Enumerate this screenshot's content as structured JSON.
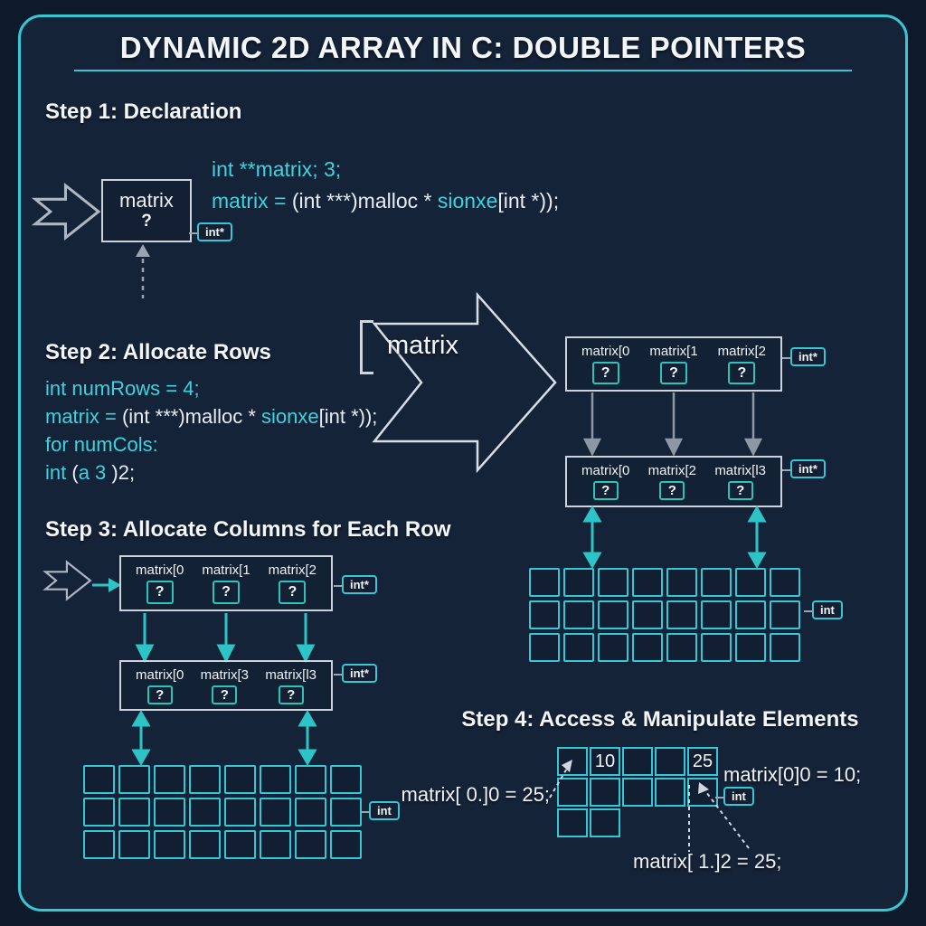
{
  "title": "DYNAMIC 2D ARRAY IN C: DOUBLE POINTERS",
  "colors": {
    "accent_teal": "#35c7d3",
    "code_teal": "#3ed3de",
    "box_border": "#ccd3dd",
    "background": "#152338"
  },
  "step1": {
    "heading": "Step 1: Declaration",
    "box": {
      "label": "matrix",
      "value": "?"
    },
    "tag": "int*",
    "code": [
      {
        "segs": [
          {
            "c": "teal",
            "t": "int **matrix; 3;"
          }
        ]
      },
      {
        "segs": [
          {
            "c": "teal",
            "t": "matrix = "
          },
          {
            "c": "white",
            "t": "(int ***)malloc * "
          },
          {
            "c": "teal",
            "t": "sionxe"
          },
          {
            "c": "white",
            "t": "[int *));"
          }
        ]
      }
    ]
  },
  "step2": {
    "heading": "Step 2: Allocate Rows",
    "code": [
      {
        "segs": [
          {
            "c": "teal",
            "t": "int numRows = 4;"
          }
        ]
      },
      {
        "segs": [
          {
            "c": "teal",
            "t": "matrix = "
          },
          {
            "c": "white",
            "t": "(int ***)malloc * "
          },
          {
            "c": "teal",
            "t": "sionxe"
          },
          {
            "c": "white",
            "t": "[int *));"
          }
        ]
      },
      {
        "segs": [
          {
            "c": "teal",
            "t": "for numCols:"
          }
        ]
      },
      {
        "segs": [
          {
            "c": "teal",
            "t": "int "
          },
          {
            "c": "white",
            "t": "("
          },
          {
            "c": "teal",
            "t": "a 3 "
          },
          {
            "c": "white",
            "t": ")2;"
          }
        ]
      }
    ]
  },
  "central": {
    "label": "matrix"
  },
  "diagram_right": {
    "row1": {
      "cells": [
        "matrix[0",
        "matrix[1",
        "matrix[2"
      ],
      "placeholder": "?",
      "tag": "int*"
    },
    "row2": {
      "cells": [
        "matrix[0",
        "matrix[2",
        "matrix[l3"
      ],
      "placeholder": "?",
      "tag": "int*"
    },
    "grid": {
      "cols": 8,
      "rows": 3,
      "tag": "int"
    }
  },
  "step3": {
    "heading": "Step 3: Allocate Columns for Each Row",
    "row1": {
      "cells": [
        "matrix[0",
        "matrix[1",
        "matrix[2"
      ],
      "placeholder": "?",
      "tag": "int*"
    },
    "row2": {
      "cells": [
        "matrix[0",
        "matrix[3",
        "matrix[l3"
      ],
      "placeholder": "?",
      "tag": "int*"
    },
    "grid": {
      "cols": 8,
      "rows": 3,
      "tag": "int"
    }
  },
  "step4": {
    "heading": "Step 4: Access & Manipulate Elements",
    "grid": {
      "rows": [
        5,
        5,
        2
      ],
      "values": [
        {
          "row": 0,
          "col": 1,
          "v": "10"
        },
        {
          "row": 0,
          "col": 4,
          "v": "25"
        }
      ]
    },
    "tag": "int",
    "label_left": "matrix[ 0.]0 = 25;",
    "label_right": "matrix[0]0 = 10;",
    "label_bottom": "matrix[ 1.]2 = 25;"
  }
}
